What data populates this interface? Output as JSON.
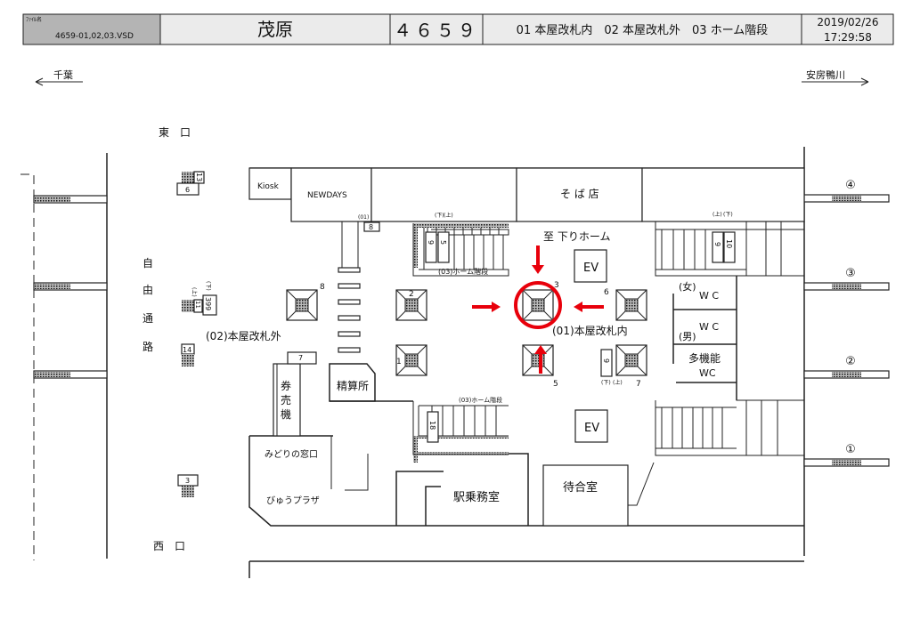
{
  "header": {
    "file_label": "ﾌｧｲﾙ名",
    "file_name": "4659-01,02,03.VSD",
    "station": "茂原",
    "code": "４６５９",
    "locations": "01 本屋改札内　02 本屋改札外　03 ホーム階段",
    "date": "2019/02/26",
    "time": "17:29:58"
  },
  "directions": {
    "left": "千葉",
    "right": "安房鴨川"
  },
  "exits": {
    "east": "東　口",
    "west": "西　口",
    "free_passage": [
      "自",
      "由",
      "通",
      "路"
    ]
  },
  "shops": {
    "kiosk": "Kiosk",
    "newdays": "NEWDAYS",
    "soba": "そ ば 店",
    "fare_adjust": "精算所",
    "ticket_machine": [
      "券",
      "売",
      "機"
    ],
    "midori": "みどりの窓口",
    "view_plaza": "びゅうプラザ",
    "station_office": "駅乗務室",
    "waiting_room": "待合室",
    "ev": "EV",
    "wc_female": "(女)",
    "wc_male": "(男)",
    "wc": "W C",
    "multi_wc": "多機能",
    "multi_wc2": "WC"
  },
  "labels": {
    "to_down_platform": "至 下りホーム",
    "loc01": "(01)本屋改札内",
    "loc02": "(02)本屋改札外",
    "loc03": "(03)ホーム階段",
    "loc01_small": "(01)",
    "up": "(上)",
    "down": "(下)"
  },
  "platforms": [
    "④",
    "③",
    "②",
    "①"
  ],
  "escalators": [
    "1",
    "2",
    "3",
    "5",
    "6",
    "7",
    "8"
  ],
  "counters": {
    "c6": "6",
    "c13": "13",
    "c399": "399",
    "c11": "11",
    "c14": "14",
    "c3": "3",
    "c8": "8",
    "c7": "7",
    "c9a": "9",
    "c5": "5",
    "c9b": "9",
    "c10": "10",
    "c9c": "9",
    "c18": "18"
  },
  "colors": {
    "highlight": "#e8000b",
    "file_cell": "#b4b4b4",
    "cell": "#ebebeb"
  }
}
